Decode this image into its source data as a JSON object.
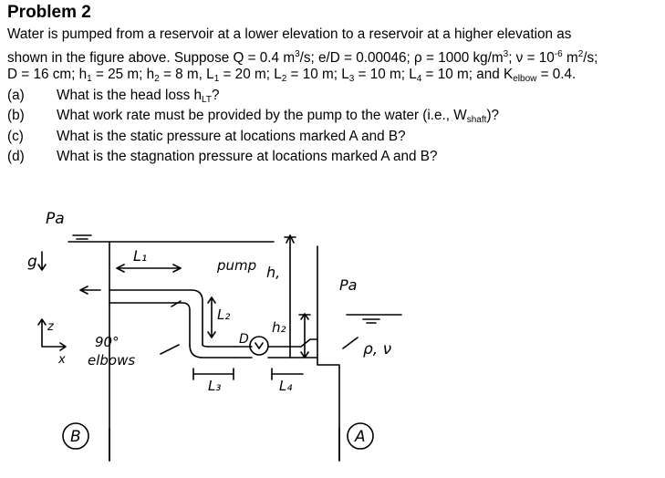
{
  "problem": {
    "title": "Problem 2",
    "line1": "Water is pumped from a reservoir at a lower elevation to a reservoir at a higher elevation as",
    "line2_pre": "shown in the figure above.  Suppose Q = 0.4 m",
    "line2_sup1": "3",
    "line2_mid": "/s; e/D = 0.00046; ρ = 1000 kg/m",
    "line2_sup2": "3",
    "line2_mid2": "; ν = 10",
    "line2_sup3": "-6",
    "line2_mid3": " m",
    "line2_sup4": "2",
    "line2_end": "/s;",
    "line3_a": "D = 16 cm; h",
    "line3_s1": "1",
    "line3_b": " = 25 m; h",
    "line3_s2": "2",
    "line3_c": " = 8 m, L",
    "line3_s3": "1",
    "line3_d": " = 20 m; L",
    "line3_s4": "2",
    "line3_e": " = 10 m; L",
    "line3_s5": "3",
    "line3_f": " = 10 m; L",
    "line3_s6": "4",
    "line3_g": " = 10 m; and K",
    "line3_s7": "elbow",
    "line3_h": " = 0.4."
  },
  "questions": [
    {
      "label": "(a)",
      "text": "What is the head loss h",
      "sub": "LT",
      "after": "?"
    },
    {
      "label": "(b)",
      "text": "What work rate must be provided by the pump to the water (i.e., W",
      "sub": "shaft",
      "after": ")?"
    },
    {
      "label": "(c)",
      "text": "What is the static pressure at locations marked A and B?",
      "sub": "",
      "after": ""
    },
    {
      "label": "(d)",
      "text": "What is the stagnation pressure at locations marked A and B?",
      "sub": "",
      "after": ""
    }
  ],
  "figure": {
    "pa_left": "Pa",
    "g": "g",
    "z": "z",
    "x": "x",
    "l1": "L₁",
    "l2": "L₂",
    "l3": "L₃",
    "l4": "L₄",
    "pump": "pump",
    "h1": "h,",
    "h2": "h₂",
    "d": "D",
    "pa_right": "Pa",
    "elbow_deg": "90°",
    "elbows": "elbows",
    "rho_nu": "ρ, ν",
    "point_a": "A",
    "point_b": "B"
  }
}
